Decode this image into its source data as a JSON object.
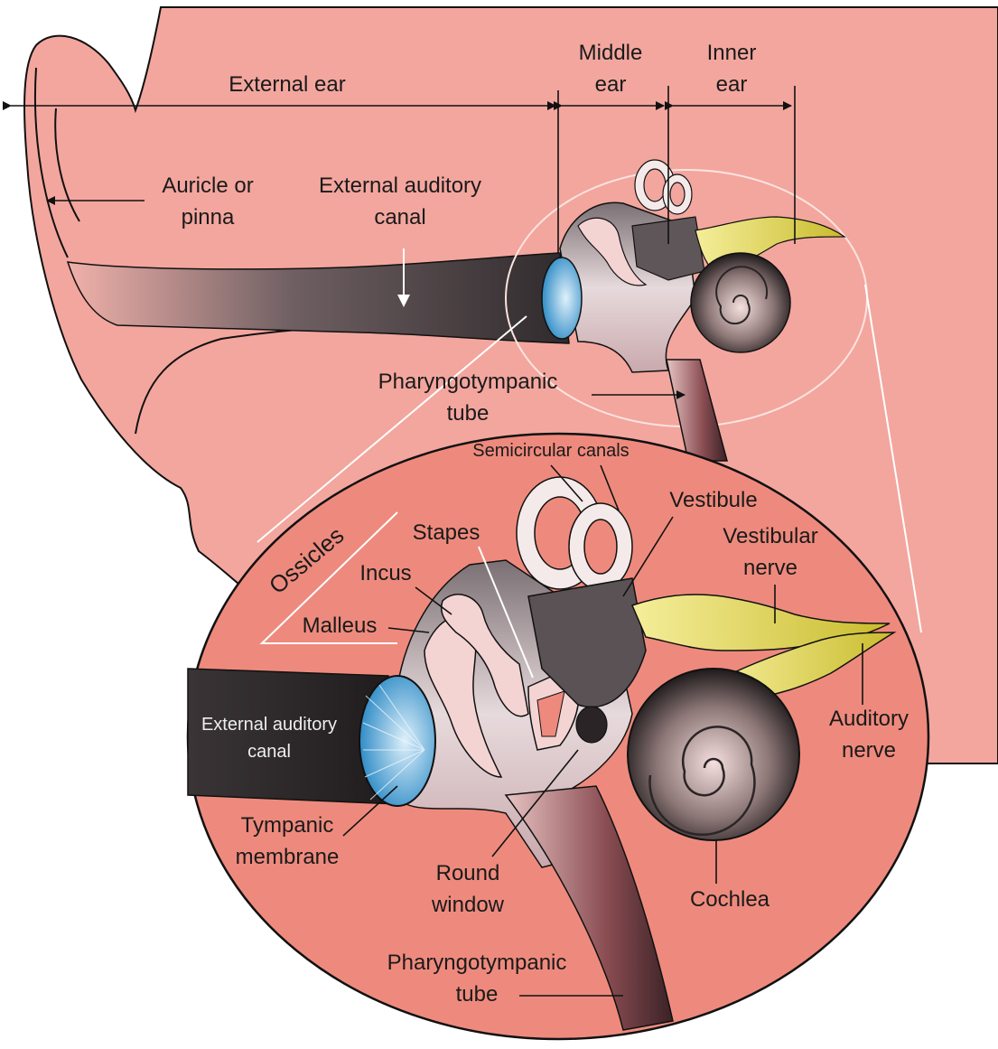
{
  "diagram": {
    "region_labels": {
      "external_ear": "External ear",
      "middle_ear": [
        "Middle",
        "ear"
      ],
      "inner_ear": [
        "Inner",
        "ear"
      ]
    },
    "labels": {
      "auricle": [
        "Auricle or",
        "pinna"
      ],
      "external_canal_top": [
        "External auditory",
        "canal"
      ],
      "pharyngotympanic_top": [
        "Pharyngotympanic",
        "tube"
      ],
      "semicircular_canals": "Semicircular canals",
      "vestibule": "Vestibule",
      "vestibular_nerve": [
        "Vestibular",
        "nerve"
      ],
      "ossicles": "Ossicles",
      "stapes": "Stapes",
      "incus": "Incus",
      "malleus": "Malleus",
      "external_canal_inset": [
        "External auditory",
        "canal"
      ],
      "auditory_nerve": [
        "Auditory",
        "nerve"
      ],
      "tympanic_membrane": [
        "Tympanic",
        "membrane"
      ],
      "round_window": [
        "Round",
        "window"
      ],
      "cochlea": "Cochlea",
      "pharyngotympanic_bottom": [
        "Pharyngotympanic",
        "tube"
      ]
    },
    "colors": {
      "skin": "#f3a69e",
      "inset": "#ee8a7d",
      "canal_dark": "#3a3436",
      "membrane": "#5aa3cf",
      "nerve": "#e6dc5a",
      "bone": "#f4d3d3"
    }
  }
}
